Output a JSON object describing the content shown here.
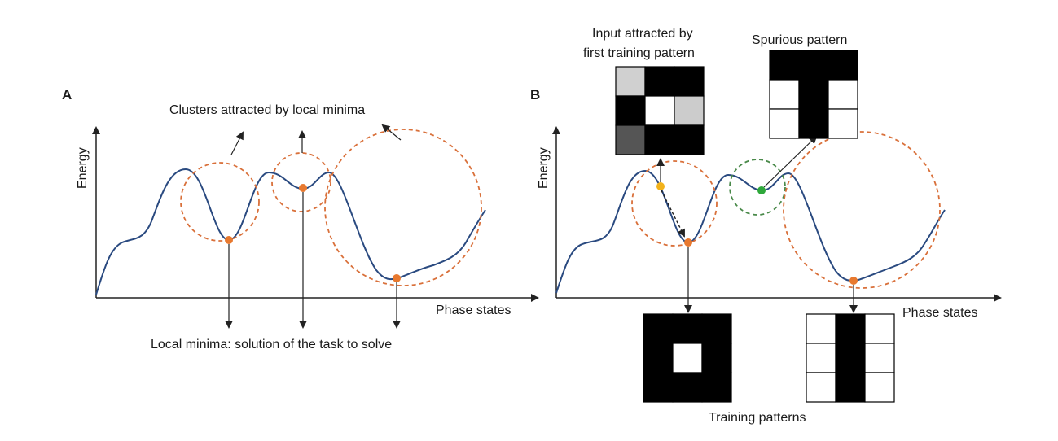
{
  "panel_a": {
    "label": "A",
    "y_axis_label": "Energy",
    "x_axis_label": "Phase states",
    "clusters_label": "Clusters attracted by local minima",
    "minima_label": "Local minima: solution of the task to solve"
  },
  "panel_b": {
    "label": "B",
    "y_axis_label": "Energy",
    "x_axis_label": "Phase states",
    "input_label_line1": "Input attracted by",
    "input_label_line2": "first training pattern",
    "spurious_label": "Spurious pattern",
    "training_label": "Training patterns"
  },
  "colors": {
    "curve": "#2a4a80",
    "minimum_marker": "#e8792f",
    "cluster_circle": "#d9703a",
    "input_marker": "#f2b21b",
    "spurious_marker": "#2ea83a",
    "spurious_circle": "#4a8a4a",
    "axis": "#222222"
  },
  "patterns": {
    "input": [
      "#d0d0d0",
      "#000000",
      "#000000",
      "#000000",
      "#ffffff",
      "#cccccc",
      "#555555",
      "#000000",
      "#000000"
    ],
    "spurious": [
      "#000000",
      "#000000",
      "#000000",
      "#ffffff",
      "#000000",
      "#ffffff",
      "#ffffff",
      "#000000",
      "#ffffff"
    ],
    "training_1": [
      "#000000",
      "#000000",
      "#000000",
      "#000000",
      "#ffffff",
      "#000000",
      "#000000",
      "#000000",
      "#000000"
    ],
    "training_2": [
      "#ffffff",
      "#000000",
      "#ffffff",
      "#ffffff",
      "#000000",
      "#ffffff",
      "#ffffff",
      "#000000",
      "#ffffff"
    ]
  }
}
